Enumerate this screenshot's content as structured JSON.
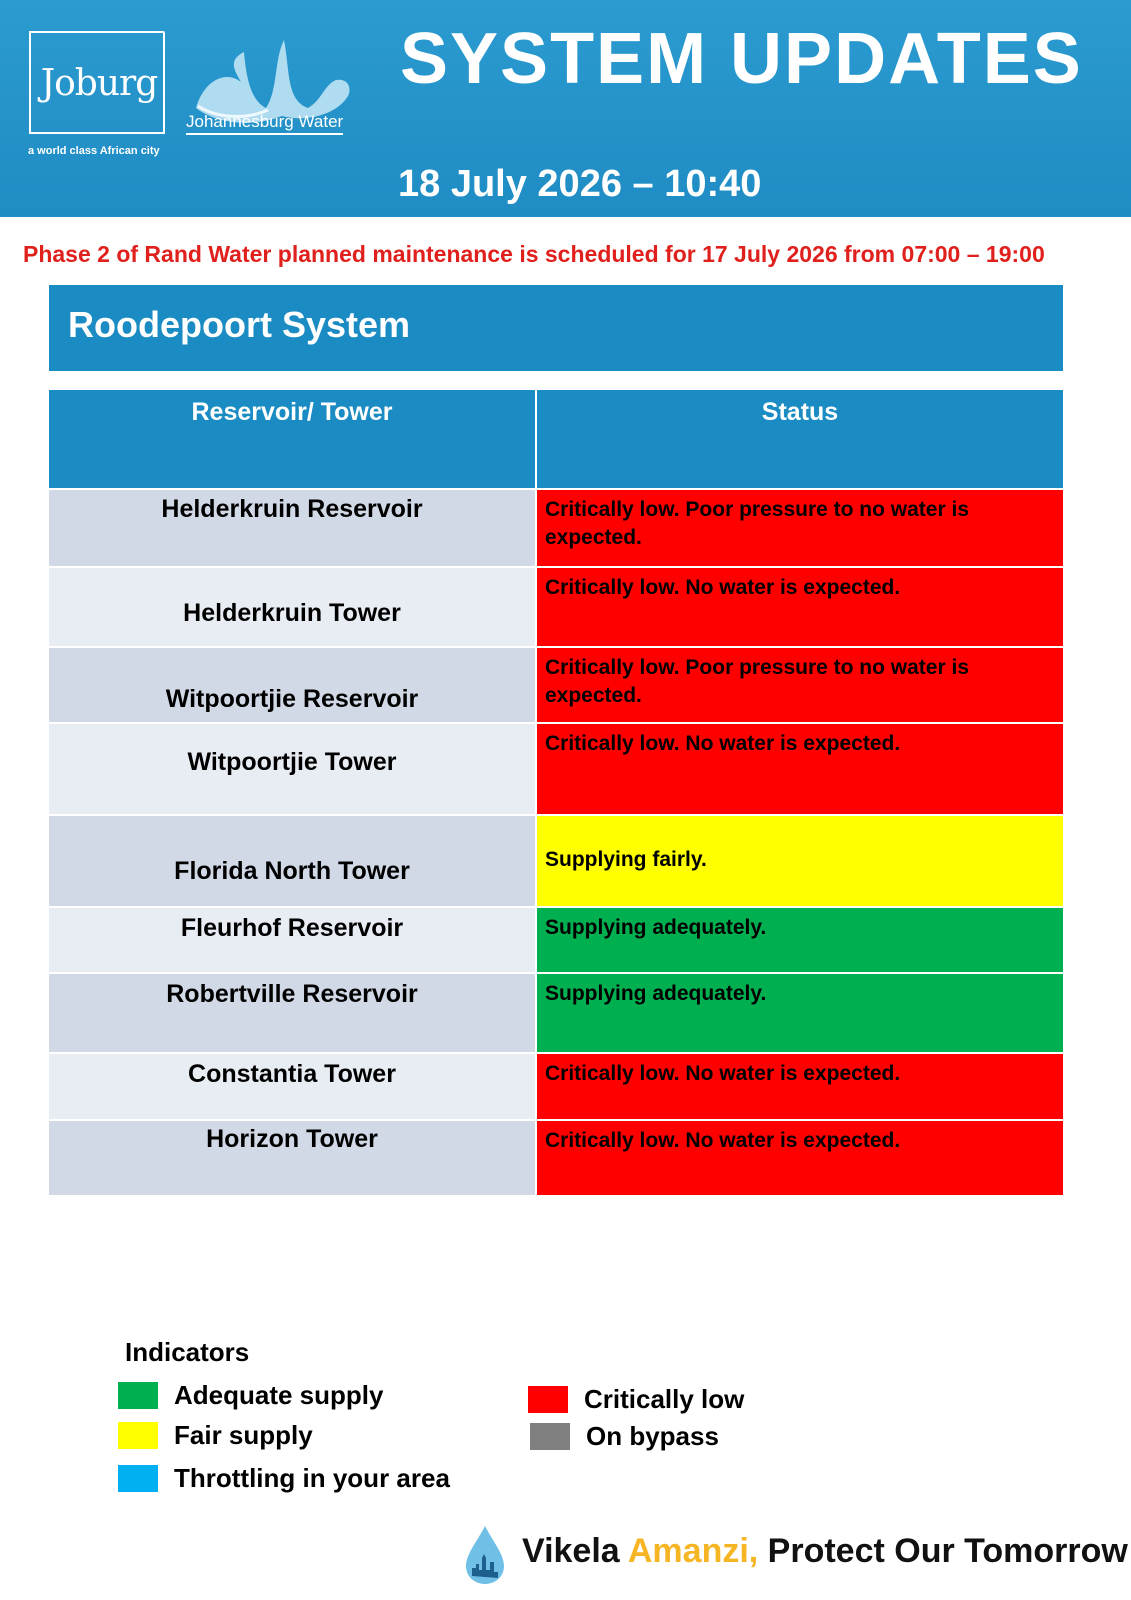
{
  "header": {
    "logo_text": "Joburg",
    "logo_tagline": "a world class African city",
    "partner_logo_text": "Johannesburg Water",
    "title": "SYSTEM UPDATES",
    "datetime": "18 July 2026 – 10:40",
    "background_color": "#1f8cc4"
  },
  "notice": "Phase 2 of Rand Water planned maintenance is scheduled for 17 July 2026 from 07:00 – 19:00",
  "system": {
    "name": "Roodepoort System"
  },
  "table": {
    "columns": [
      "Reservoir/ Tower",
      "Status"
    ],
    "rows": [
      {
        "name": "Helderkruin Reservoir",
        "status": "Critically low. Poor pressure to no water is expected.",
        "level": "critical",
        "color": "#ff0000"
      },
      {
        "name": "Helderkruin Tower",
        "status": "Critically low. No water is expected.",
        "level": "critical",
        "color": "#ff0000"
      },
      {
        "name": "Witpoortjie Reservoir",
        "status": "Critically low. Poor pressure to no water is expected.",
        "level": "critical",
        "color": "#ff0000"
      },
      {
        "name": "Witpoortjie Tower",
        "status": "Critically low. No water is expected.",
        "level": "critical",
        "color": "#ff0000"
      },
      {
        "name": "Florida North Tower",
        "status": "Supplying fairly.",
        "level": "fair",
        "color": "#ffff00"
      },
      {
        "name": "Fleurhof Reservoir",
        "status": "Supplying adequately.",
        "level": "adequate",
        "color": "#00b050"
      },
      {
        "name": "Robertville Reservoir",
        "status": "Supplying adequately.",
        "level": "adequate",
        "color": "#00b050"
      },
      {
        "name": "Constantia Tower",
        "status": "Critically low. No water is expected.",
        "level": "critical",
        "color": "#ff0000"
      },
      {
        "name": "Horizon Tower",
        "status": "Critically low. No water is expected.",
        "level": "critical",
        "color": "#ff0000"
      }
    ]
  },
  "indicators": {
    "title": "Indicators",
    "items": [
      {
        "label": "Adequate supply",
        "color": "#00b050"
      },
      {
        "label": "Fair supply",
        "color": "#ffff00"
      },
      {
        "label": "Throttling in your area",
        "color": "#00b0f0"
      },
      {
        "label": "Critically low",
        "color": "#ff0000"
      },
      {
        "label": "On bypass",
        "color": "#808080"
      }
    ]
  },
  "footer": {
    "slogan_part1": "Vikela ",
    "slogan_accent": "Amanzi,",
    "slogan_part2": " Protect Our Tomorrow",
    "accent_color": "#f6b523",
    "icon": "water-drop-skyline-icon"
  }
}
